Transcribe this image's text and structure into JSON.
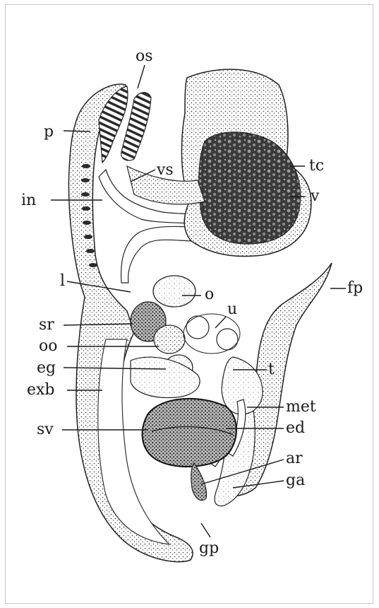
{
  "figure": {
    "illustration": "anatomical section drawing (stippled)",
    "labels": {
      "os": "os",
      "p": "p",
      "vs": "vs",
      "tc": "tc",
      "v": "v",
      "in": "in",
      "l": "l",
      "o": "o",
      "fp": "fp",
      "u": "u",
      "sr": "sr",
      "oo": "oo",
      "eg": "eg",
      "t": "t",
      "exb": "exb",
      "met": "met",
      "sv": "sv",
      "ed": "ed",
      "ar": "ar",
      "ga": "ga",
      "gp": "gp"
    }
  }
}
